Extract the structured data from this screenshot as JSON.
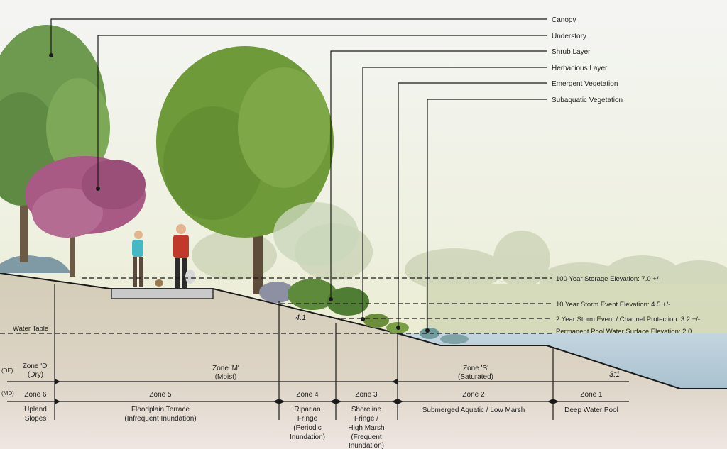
{
  "vegetation_layers": [
    "Canopy",
    "Understory",
    "Shrub Layer",
    "Herbacious Layer",
    "Emergent Vegetation",
    "Subaquatic Vegetation"
  ],
  "elevations": {
    "storage_100yr": "100 Year Storage Elevation:  7.0 +/-",
    "storm_10yr": "10 Year Storm Event Elevation:  4.5 +/-",
    "storm_2yr": "2 Year Storm Event / Channel Protection: 3.2 +/-",
    "permanent_pool": "Permanent Pool Water Surface Elevation: 2.0"
  },
  "water_table": "Water Table",
  "slopes": {
    "upper": "4:1",
    "lower": "3:1"
  },
  "row_labels": {
    "de": "(DE)",
    "md": "(MD)"
  },
  "de_zones": [
    {
      "name": "Zone 'D'",
      "desc": "(Dry)"
    },
    {
      "name": "Zone 'M'",
      "desc": "(Moist)"
    },
    {
      "name": "Zone 'S'",
      "desc": "(Saturated)"
    }
  ],
  "md_zones": [
    {
      "name": "Zone 6",
      "desc": [
        "Upland",
        "Slopes"
      ]
    },
    {
      "name": "Zone 5",
      "desc": [
        "Floodplain Terrace",
        "(Infrequent Inundation)"
      ]
    },
    {
      "name": "Zone 4",
      "desc": [
        "Riparian",
        "Fringe",
        "(Periodic",
        "Inundation)"
      ]
    },
    {
      "name": "Zone 3",
      "desc": [
        "Shoreline",
        "Fringe /",
        "High Marsh",
        "(Frequent",
        "Inundation)"
      ]
    },
    {
      "name": "Zone 2",
      "desc": [
        "Submerged Aquatic / Low Marsh"
      ]
    },
    {
      "name": "Zone 1",
      "desc": [
        "Deep Water Pool"
      ]
    }
  ],
  "colors": {
    "sky_top": "#f4f5f3",
    "sky_bottom": "#e8e7c2",
    "soil": "#d9d1be",
    "soil_bottom": "#ece3dc",
    "water": "#b8cdd9",
    "foliage": "#6f9a3a",
    "understory_bloom": "#a85a85",
    "lines": "#1a1a1a"
  }
}
